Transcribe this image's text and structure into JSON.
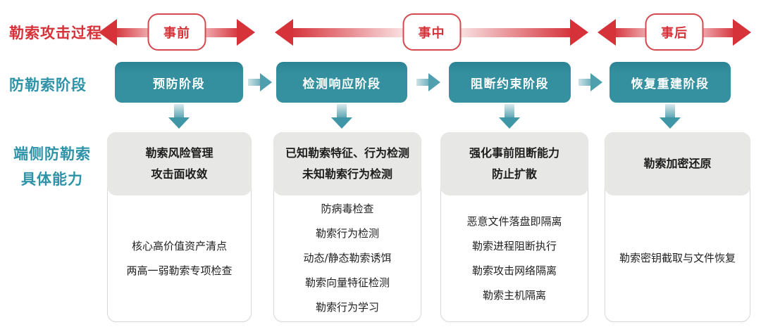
{
  "colors": {
    "red": "#d5323a",
    "teal_box": "#35919f",
    "teal_label": "#2f93a8",
    "card_header_bg": "#e7e7e5",
    "card_border": "#d9d9d7"
  },
  "attack_process": {
    "label": "勒索攻击过程",
    "phases": [
      "事前",
      "事中",
      "事后"
    ]
  },
  "stages": {
    "label": "防勒索阶段",
    "items": [
      "预防阶段",
      "检测响应阶段",
      "阻断约束阶段",
      "恢复重建阶段"
    ]
  },
  "capabilities": {
    "label_line1": "端侧防勒索",
    "label_line2": "具体能力",
    "cards": [
      {
        "header": [
          "勒索风险管理",
          "攻击面收敛"
        ],
        "items": [
          "核心高价值资产清点",
          "两高一弱勒索专项检查"
        ]
      },
      {
        "header": [
          "已知勒索特征、行为检测",
          "未知勒索行为检测"
        ],
        "items": [
          "防病毒检查",
          "勒索行为检测",
          "动态/静态勒索诱饵",
          "勒索向量特征检测",
          "勒索行为学习"
        ]
      },
      {
        "header": [
          "强化事前阻断能力",
          "防止扩散"
        ],
        "items": [
          "恶意文件落盘即隔离",
          "勒索进程阻断执行",
          "勒索攻击网络隔离",
          "勒索主机隔离"
        ]
      },
      {
        "header": [
          "勒索加密还原"
        ],
        "items": [
          "勒索密钥截取与文件恢复"
        ]
      }
    ]
  }
}
